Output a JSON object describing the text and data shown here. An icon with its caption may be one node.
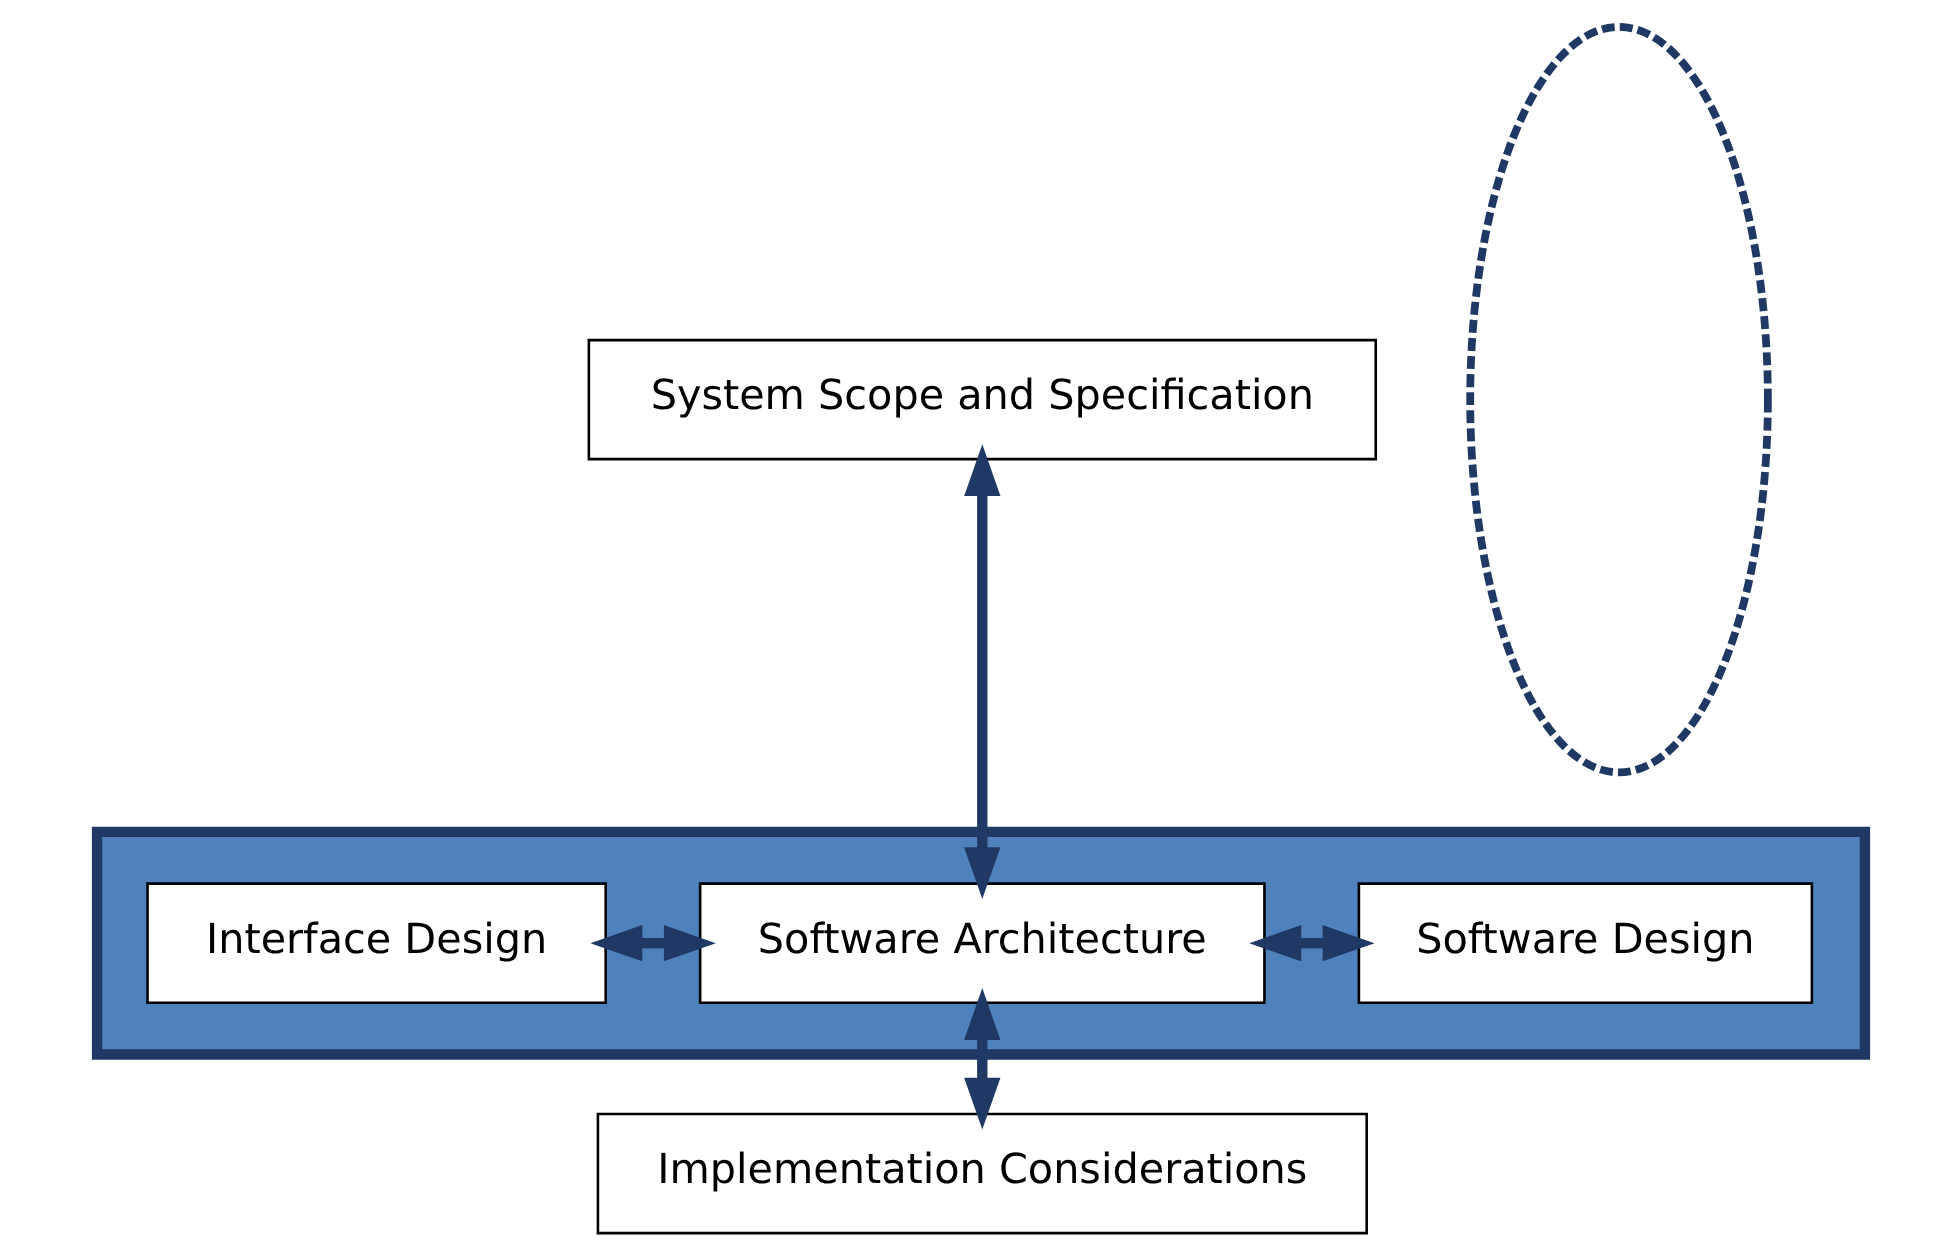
{
  "diagram": {
    "nodes": [
      {
        "text": [
          "System Scope and Specification"
        ]
      },
      {
        "text": [],
        "shape": "ellipse"
      },
      {
        "text": [],
        "shape": "box"
      },
      {
        "text": [
          "Interface Design"
        ],
        "in": 2
      },
      {
        "text": [
          "Software Architecture"
        ],
        "in": 2
      },
      {
        "text": [
          "Software Design"
        ],
        "in": 2
      },
      {
        "text": [
          "Implementation Considerations"
        ]
      }
    ],
    "edges": [
      {
        "from": 0,
        "to": 4,
        "arrow": "both"
      },
      {
        "from": 3,
        "to": 4,
        "arrow": "both"
      },
      {
        "from": 4,
        "to": 5,
        "arrow": "both"
      },
      {
        "from": 4,
        "to": 6,
        "arrow": "both"
      }
    ]
  }
}
